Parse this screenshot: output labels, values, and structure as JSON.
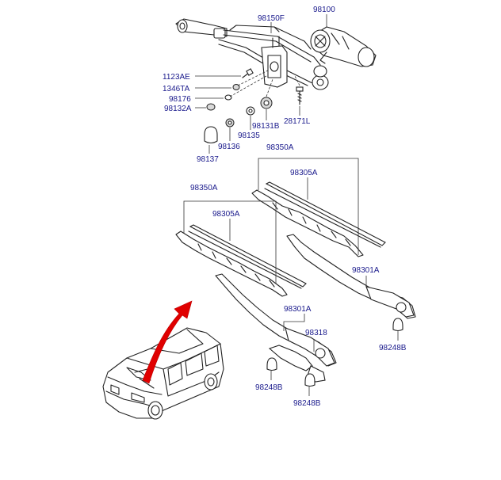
{
  "parts": {
    "p98100": "98100",
    "p98150F": "98150F",
    "p1123AE": "1123AE",
    "p1346TA": "1346TA",
    "p98176": "98176",
    "p98132A": "98132A",
    "p98131B": "98131B",
    "p28171L": "28171L",
    "p98135": "98135",
    "p98136": "98136",
    "p98137": "98137",
    "p98350A_right": "98350A",
    "p98305A_right": "98305A",
    "p98350A_left": "98350A",
    "p98305A_left": "98305A",
    "p98301A_right": "98301A",
    "p98248B_right": "98248B",
    "p98301A_left": "98301A",
    "p98318": "98318",
    "p98248B_left": "98248B",
    "p98248B_bottom": "98248B"
  },
  "colors": {
    "label": "#1a1a8c",
    "arrow": "#e00000",
    "line": "#222222"
  }
}
